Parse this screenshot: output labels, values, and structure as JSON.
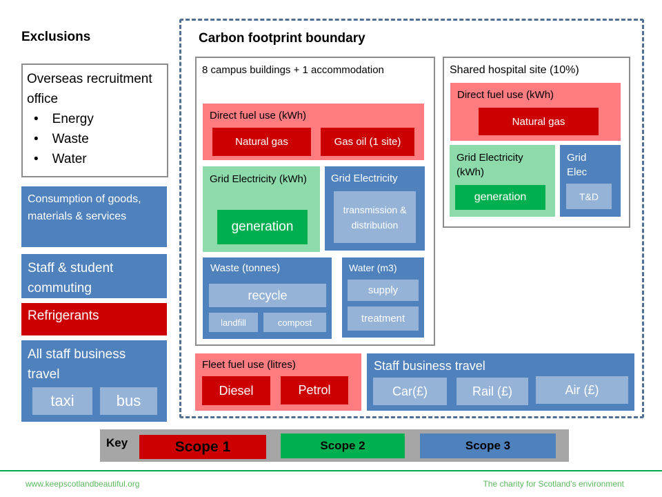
{
  "exclusions": {
    "title": "Exclusions",
    "overseas": {
      "title": "Overseas recruitment office",
      "items": [
        "Energy",
        "Waste",
        "Water"
      ]
    },
    "consumption": "Consumption of goods, materials & services",
    "commuting": "Staff & student commuting",
    "refrigerants": "Refrigerants",
    "business_travel": {
      "title": "All staff business travel",
      "taxi": "taxi",
      "bus": "bus"
    }
  },
  "boundary": {
    "title": "Carbon footprint boundary",
    "campus": {
      "title": "8 campus buildings + 1 accommodation",
      "direct_fuel": {
        "title": "Direct fuel use (kWh)",
        "natural_gas": "Natural gas",
        "gas_oil": "Gas oil (1 site)"
      },
      "grid_gen": {
        "title": "Grid Electricity (kWh)",
        "generation": "generation"
      },
      "grid_td": {
        "title": "Grid Electricity",
        "td": "transmission & distribution"
      },
      "waste": {
        "title": "Waste (tonnes)",
        "recycle": "recycle",
        "landfill": "landfill",
        "compost": "compost"
      },
      "water": {
        "title": "Water (m3)",
        "supply": "supply",
        "treatment": "treatment"
      }
    },
    "hospital": {
      "title": "Shared hospital site (10%)",
      "direct_fuel": {
        "title": "Direct fuel use (kWh)",
        "natural_gas": "Natural gas"
      },
      "grid_gen": {
        "title": "Grid Electricity (kWh)",
        "generation": "generation"
      },
      "grid_td": {
        "title": "Grid Elec",
        "td": "T&D"
      }
    },
    "fleet": {
      "title": "Fleet fuel use (litres)",
      "diesel": "Diesel",
      "petrol": "Petrol"
    },
    "staff_travel": {
      "title": "Staff business travel",
      "car": "Car(£)",
      "rail": "Rail (£)",
      "air": "Air (£)"
    }
  },
  "key": {
    "title": "Key",
    "scope1": "Scope 1",
    "scope2": "Scope 2",
    "scope3": "Scope 3"
  },
  "footer": {
    "url": "www.keepscotlandbeautiful.org",
    "tagline": "The charity for Scotland’s environment"
  },
  "colors": {
    "scope1": "#cc0000",
    "scope1_light": "#ff7c80",
    "scope2": "#00b050",
    "scope2_light": "#8ddaab",
    "scope3": "#4f81bd",
    "scope3_light": "#95b3d7",
    "footer_line": "#00a651"
  }
}
